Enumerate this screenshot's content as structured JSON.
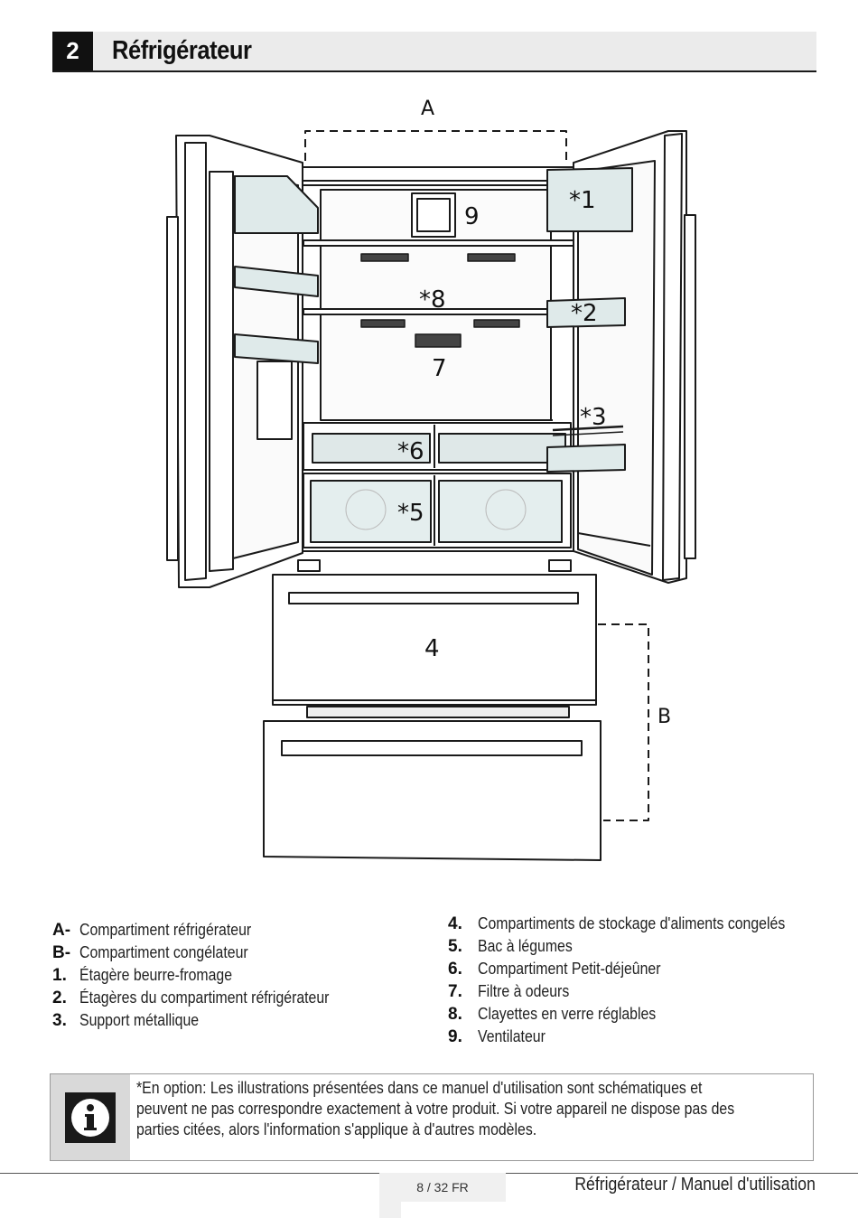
{
  "header": {
    "number": "2",
    "title": "Réfrigérateur"
  },
  "diagram": {
    "labels": {
      "A": "A",
      "B": "B",
      "c1": "*1",
      "c2": "*2",
      "c3": "*3",
      "c4": "4",
      "c5": "*5",
      "c6": "*6",
      "c7": "7",
      "c8": "*8",
      "c9": "9"
    }
  },
  "legend": {
    "left": [
      {
        "key": "A-",
        "text": "Compartiment réfrigérateur"
      },
      {
        "key": "B-",
        "text": "Compartiment congélateur"
      },
      {
        "key": "1.",
        "text": "Étagère beurre-fromage"
      },
      {
        "key": "2.",
        "text": "Étagères du compartiment réfrigérateur"
      },
      {
        "key": "3.",
        "text": "Support métallique"
      }
    ],
    "right": [
      {
        "key": "4.",
        "text": "Compartiments de stockage d'aliments congelés"
      },
      {
        "key": "5.",
        "text": "Bac à légumes"
      },
      {
        "key": "6.",
        "text": "Compartiment Petit-déjeûner"
      },
      {
        "key": "7.",
        "text": "Filtre à odeurs"
      },
      {
        "key": "8.",
        "text": "Clayettes en verre réglables"
      },
      {
        "key": "9.",
        "text": "Ventilateur"
      }
    ]
  },
  "note": {
    "icon": "info-icon",
    "text": "*En option: Les illustrations présentées dans ce manuel d'utilisation sont schématiques et peuvent ne pas correspondre exactement à votre produit. Si votre appareil ne dispose pas des parties citées, alors l'information s'applique à d'autres modèles."
  },
  "footer": {
    "page": "8 / 32  FR",
    "title": "Réfrigérateur / Manuel d'utilisation"
  }
}
